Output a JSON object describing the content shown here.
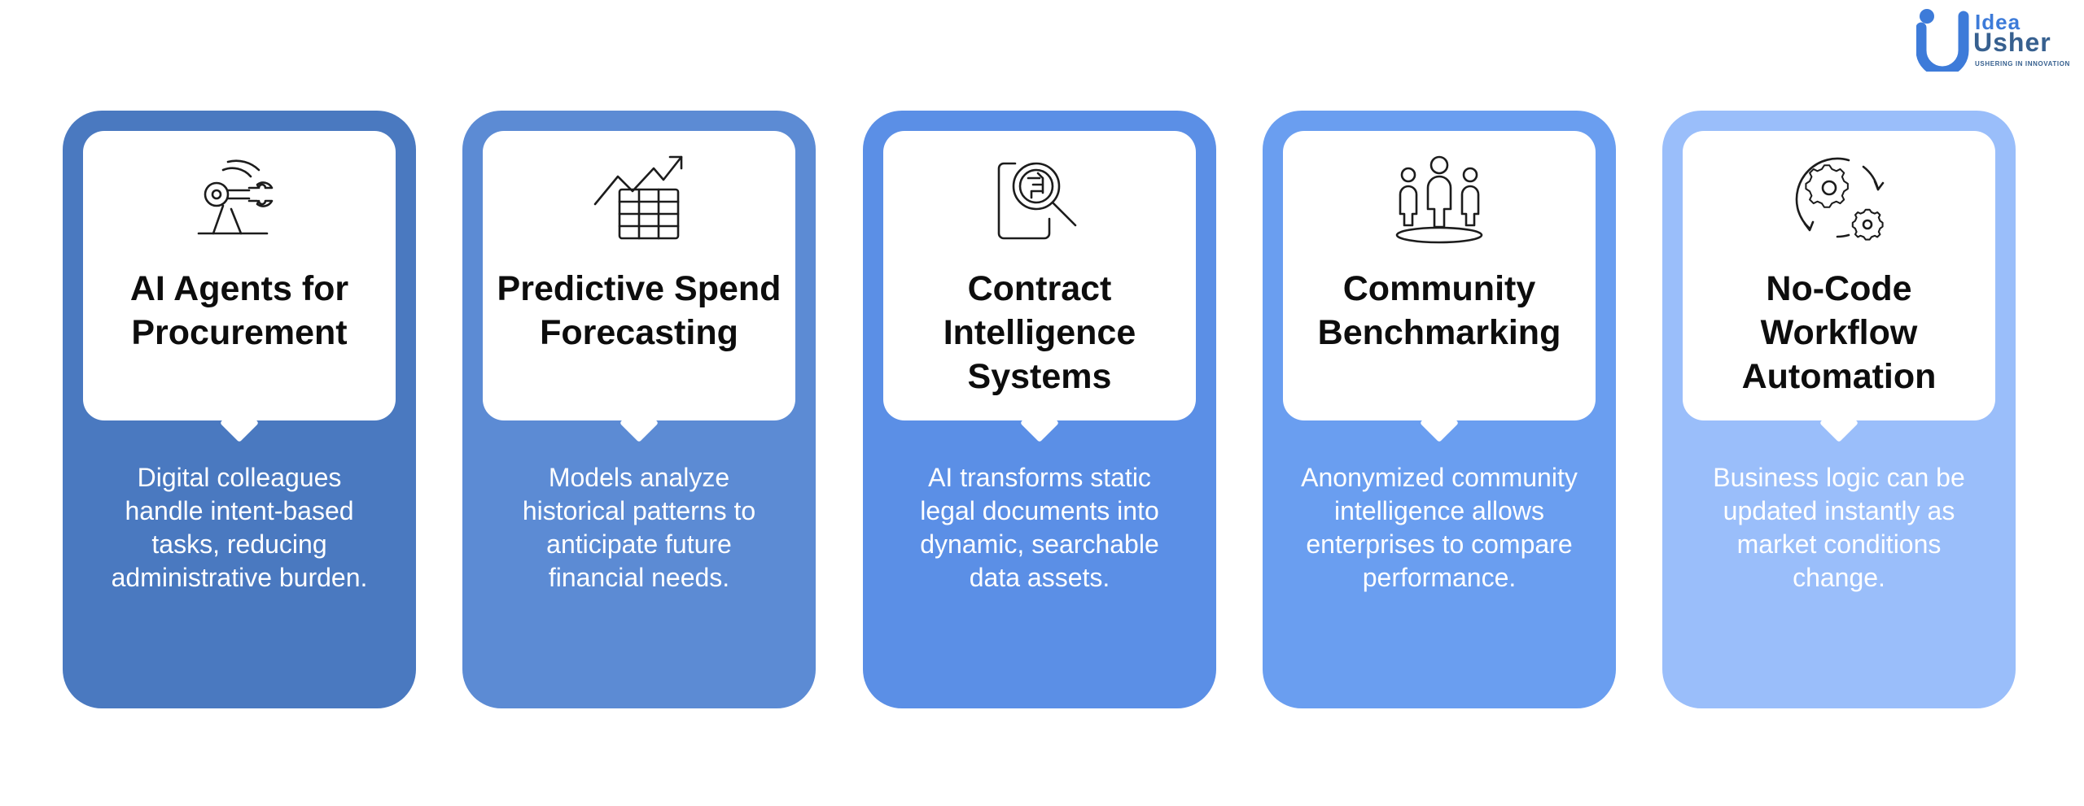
{
  "brand": {
    "line1": "Idea",
    "line2": "Usher",
    "tagline": "USHERING IN INNOVATION",
    "colors": {
      "primary": "#3d7bd9",
      "dark": "#37608f"
    }
  },
  "cards": [
    {
      "icon": "robotic-arm-icon",
      "color": "#4a79c0",
      "title": "AI Agents for Procurement",
      "description": "Digital colleagues handle intent-based tasks, reducing administrative burden."
    },
    {
      "icon": "growth-chart-icon",
      "color": "#5c8bd4",
      "title": "Predictive Spend Forecasting",
      "description": "Models analyze historical patterns to anticipate future financial needs."
    },
    {
      "icon": "document-search-icon",
      "color": "#5b8fe6",
      "title": "Contract Intelligence Systems",
      "description": "AI transforms static legal documents into dynamic, searchable data assets."
    },
    {
      "icon": "community-group-icon",
      "color": "#6a9ef0",
      "title": "Community Benchmarking",
      "description": "Anonymized community intelligence allows enterprises to compare performance."
    },
    {
      "icon": "gear-automation-icon",
      "color": "#9abefa",
      "title": "No-Code Workflow Automation",
      "description": "Business logic can be updated instantly as market conditions change."
    }
  ]
}
